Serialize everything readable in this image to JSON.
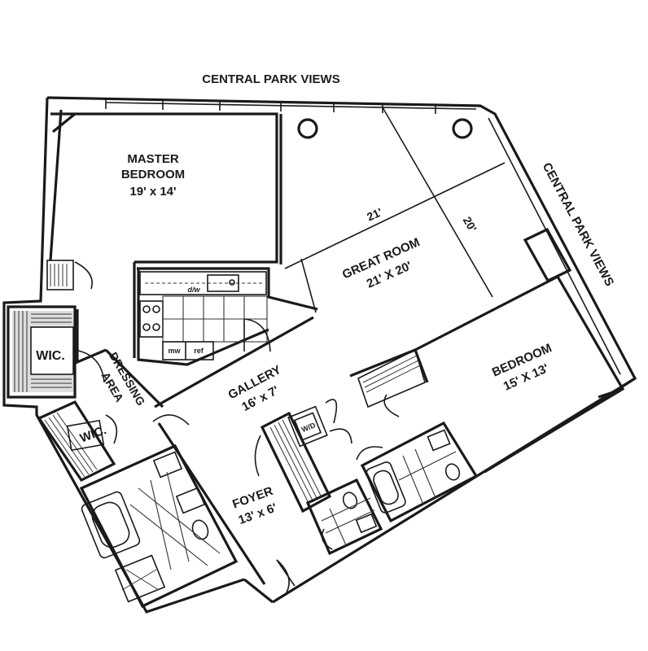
{
  "labels": {
    "park_views_top": "CENTRAL PARK VIEWS",
    "park_views_side": "CENTRAL PARK VIEWS",
    "master_bedroom_line1": "MASTER",
    "master_bedroom_line2": "BEDROOM",
    "master_bedroom_dims": "19' x 14'",
    "great_room_line1": "GREAT ROOM",
    "great_room_dims": "21' X 20'",
    "great_room_dim_a": "21'",
    "great_room_dim_b": "20'",
    "bedroom_line1": "BEDROOM",
    "bedroom_dims": "15' X 13'",
    "gallery_line1": "GALLERY",
    "gallery_dims": "16' x 7'",
    "foyer_line1": "FOYER",
    "foyer_dims": "13' x 6'",
    "dressing_line1": "DRESSING",
    "dressing_line2": "AREA",
    "wic_1": "WIC.",
    "wic_2": "WIC.",
    "kitchen_dw": "d/w",
    "kitchen_mw": "mw",
    "kitchen_ref": "ref",
    "washer_dryer": "W/D"
  },
  "colors": {
    "line": "#1a1a1a",
    "background": "#ffffff"
  }
}
